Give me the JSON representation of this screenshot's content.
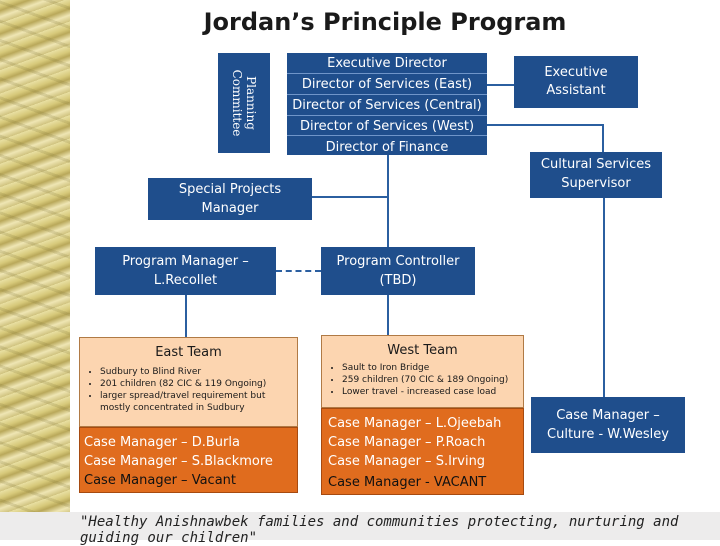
{
  "title": "Jordan’s Principle Program",
  "planning_committee": "Planning Committee",
  "executive": {
    "lines": [
      "Executive Director",
      "Director of Services (East)",
      "Director of Services (Central)",
      "Director of  Services  (West)",
      "Director of Finance"
    ]
  },
  "executive_assistant": "Executive Assistant",
  "cultural_services_supervisor": "Cultural Services Supervisor",
  "special_projects_manager": "Special Projects Manager",
  "program_manager": "Program Manager – L.Recollet",
  "program_controller": "Program Controller (TBD)",
  "east_team": {
    "title": "East Team",
    "bullets": [
      "Sudbury to Blind River",
      "201 children (82 CIC & 119 Ongoing)",
      "larger spread/travel requirement but mostly concentrated in Sudbury"
    ],
    "case_managers": [
      "Case Manager – D.Burla",
      "Case Manager – S.Blackmore",
      "Case Manager – Vacant"
    ]
  },
  "west_team": {
    "title": "West Team",
    "bullets": [
      "Sault to Iron Bridge",
      "259 children (70 CIC & 189 Ongoing)",
      "Lower travel - increased case load"
    ],
    "case_managers": [
      "Case Manager – L.Ojeebah",
      "Case Manager – P.Roach",
      "Case Manager – S.Irving",
      "Case Manager - VACANT"
    ]
  },
  "culture_case_manager": "Case Manager – Culture - W.Wesley",
  "footer": "\"Healthy Anishnawbek families and communities protecting, nurturing and guiding our children\"",
  "colors": {
    "box_blue": "#1f4e8c",
    "line_blue": "#2b5fa0",
    "team_peach": "#fcd5b0",
    "case_orange": "#e06c1e"
  }
}
